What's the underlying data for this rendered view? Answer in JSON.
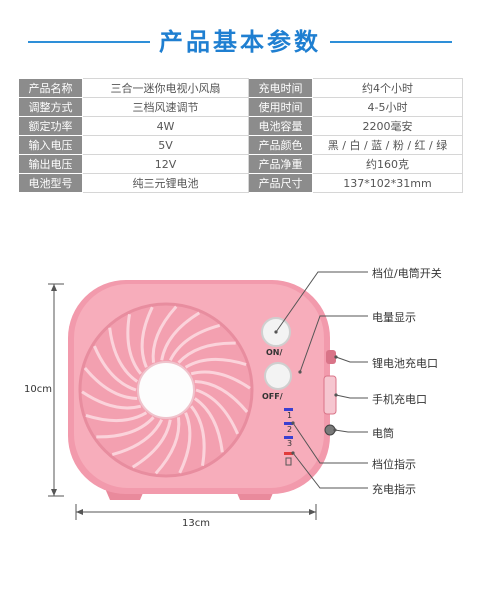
{
  "title": "产品基本参数",
  "specs": [
    {
      "k1": "产品名称",
      "v1": "三合一迷你电视小风扇",
      "k2": "充电时间",
      "v2": "约4个小时"
    },
    {
      "k1": "调整方式",
      "v1": "三档风速调节",
      "k2": "使用时间",
      "v2": "4-5小时"
    },
    {
      "k1": "额定功率",
      "v1": "4W",
      "k2": "电池容量",
      "v2": "2200毫安"
    },
    {
      "k1": "输入电压",
      "v1": "5V",
      "k2": "产品颜色",
      "v2": "黑 / 白 / 蓝 / 粉 / 红 / 绿"
    },
    {
      "k1": "输出电压",
      "v1": "12V",
      "k2": "产品净重",
      "v2": "约160克"
    },
    {
      "k1": "电池型号",
      "v1": "纯三元锂电池",
      "k2": "产品尺寸",
      "v2": "137*102*31mm"
    }
  ],
  "diagram": {
    "height_label": "10cm",
    "width_label": "13cm",
    "on_label": "ON/",
    "off_label": "OFF/",
    "level_numbers": [
      "1",
      "2",
      "3"
    ],
    "callouts": [
      "档位/电筒开关",
      "电量显示",
      "锂电池充电口",
      "手机充电口",
      "电筒",
      "档位指示",
      "充电指示"
    ]
  },
  "colors": {
    "title_blue": "#1f7fd1",
    "header_gray": "#8c8c8c",
    "fan_pink": "#f7a7b5",
    "fan_pink_dark": "#e98a9c"
  }
}
